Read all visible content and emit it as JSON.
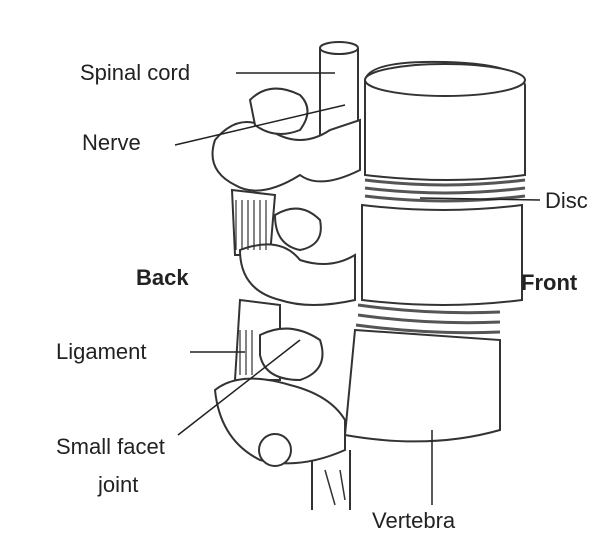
{
  "title": "Spine anatomy diagram",
  "labels": {
    "spinal_cord": "Spinal cord",
    "nerve": "Nerve",
    "disc": "Disc",
    "back": "Back",
    "front": "Front",
    "ligament": "Ligament",
    "facet_line1": "Small facet",
    "facet_line2": "joint",
    "vertebra": "Vertebra"
  },
  "colors": {
    "stroke": "#333333",
    "fill": "#ffffff",
    "disc": "#555555"
  }
}
